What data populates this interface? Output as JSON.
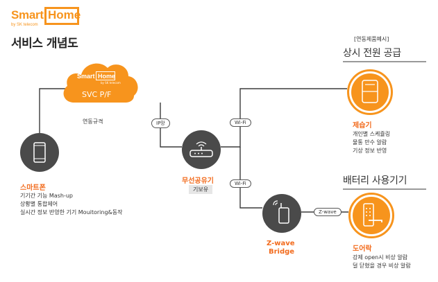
{
  "logo": {
    "smart": "Smart",
    "home": "Home",
    "sub": "by SK telecom"
  },
  "title": "서비스 개념도",
  "cloud": {
    "logo_smart": "Smart",
    "logo_home": "Home",
    "logo_sub": "by SK telecom",
    "label": "SVC P/F",
    "caption": "연동규격"
  },
  "edges": {
    "ip": "IP망",
    "wifi_top": "Wi-Fi",
    "wifi_bottom": "Wi-Fi",
    "zwave": "Z-wave"
  },
  "smartphone": {
    "label": "스마트폰",
    "desc": [
      "기기간 기능 Mash-up",
      "상황별 통합제어",
      "실시간 정보 반영한 기기 Mouitoring&동작"
    ]
  },
  "router": {
    "label": "무선공유기",
    "badge": "기보유"
  },
  "bridge": {
    "label_line1": "Z-wave",
    "label_line2": "Bridge"
  },
  "top_section": {
    "tag": "[연동제품예시]",
    "caption": "상시 전원 공급"
  },
  "dehumidifier": {
    "label": "제습기",
    "desc": [
      "개인별 스케쥴링",
      "물통 만수 알람",
      "기상 정보 반영"
    ]
  },
  "bottom_section": {
    "caption": "배터리 사용기기"
  },
  "doorlock": {
    "label": "도어락",
    "desc": [
      "강제 open시 비상 알람",
      "덜 닫혔을 경우 비상 알람"
    ]
  },
  "colors": {
    "orange": "#f7941d",
    "orange_text": "#f26b1d",
    "gray": "#4a4a4a"
  }
}
